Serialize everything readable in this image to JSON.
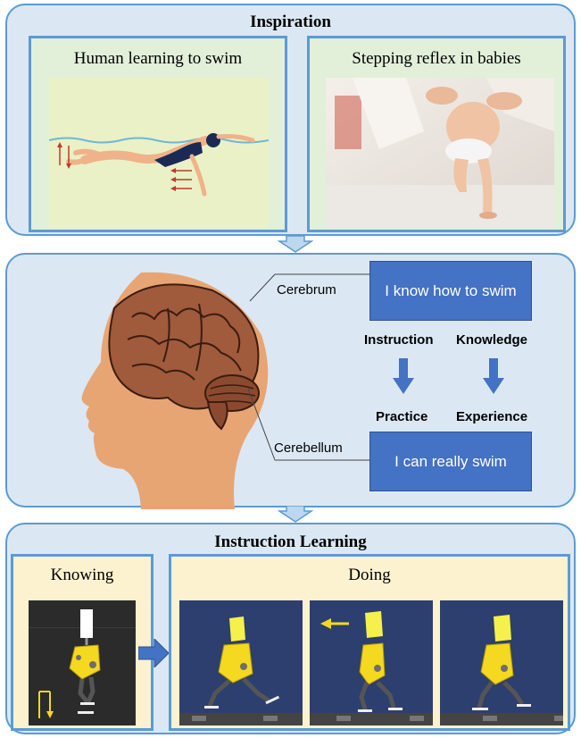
{
  "inspiration": {
    "title": "Inspiration",
    "left_caption": "Human learning to swim",
    "right_caption": "Stepping reflex in babies"
  },
  "brain": {
    "cerebrum_label": "Cerebrum",
    "cerebellum_label": "Cerebellum",
    "top_box": "I know how to swim",
    "bottom_box": "I can really swim",
    "instruction": "Instruction",
    "knowledge": "Knowledge",
    "practice": "Practice",
    "experience": "Experience"
  },
  "instruction_learning": {
    "title": "Instruction Learning",
    "knowing": "Knowing",
    "doing": "Doing"
  },
  "colors": {
    "panel_bg": "#dbe8f4",
    "panel_border": "#5b9bd5",
    "cream": "#fdf2d0",
    "blue_box": "#4472c4",
    "skin": "#e8a574",
    "brain": "#a05a3c",
    "sim_bg": "#2d3f6e",
    "robot_yellow": "#f5d820"
  }
}
